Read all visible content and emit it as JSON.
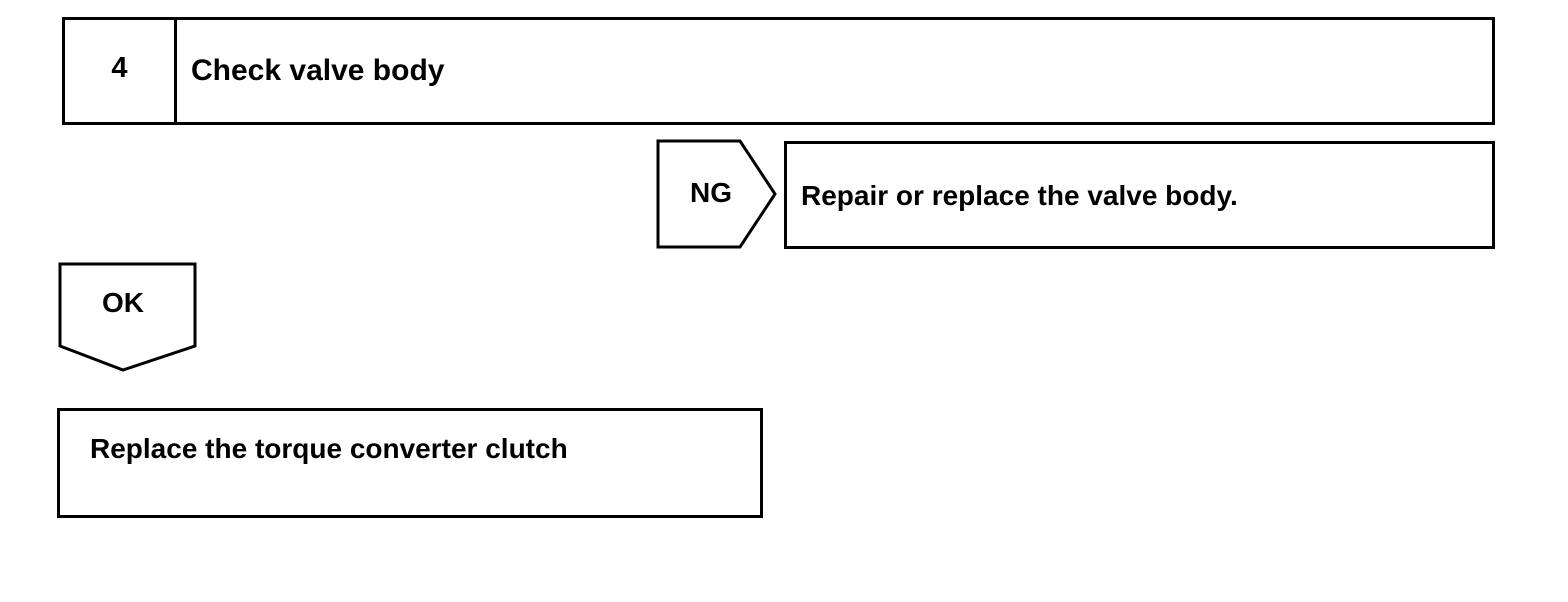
{
  "step": {
    "number": "4",
    "title": "Check valve body"
  },
  "ng_branch": {
    "label": "NG",
    "action": "Repair or replace the valve body."
  },
  "ok_branch": {
    "label": "OK",
    "action": "Replace the torque converter clutch"
  }
}
